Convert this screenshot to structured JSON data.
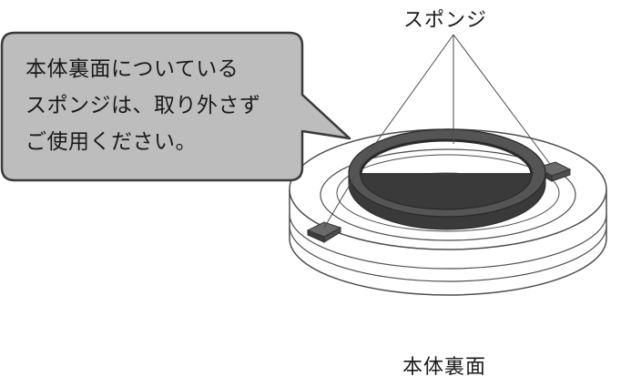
{
  "callout": {
    "lines": [
      "本体裏面についている",
      "スポンジは、取り外さず",
      "ご使用ください。"
    ]
  },
  "labels": {
    "sponge": "スポンジ",
    "body_underside": "本体裏面"
  },
  "colors": {
    "bubble_fill": "#bdbdbd",
    "bubble_stroke": "#3a3a3a",
    "sponge_fill": "#4a4a4a",
    "line": "#4d4d4d",
    "device_fill": "#ffffff"
  }
}
